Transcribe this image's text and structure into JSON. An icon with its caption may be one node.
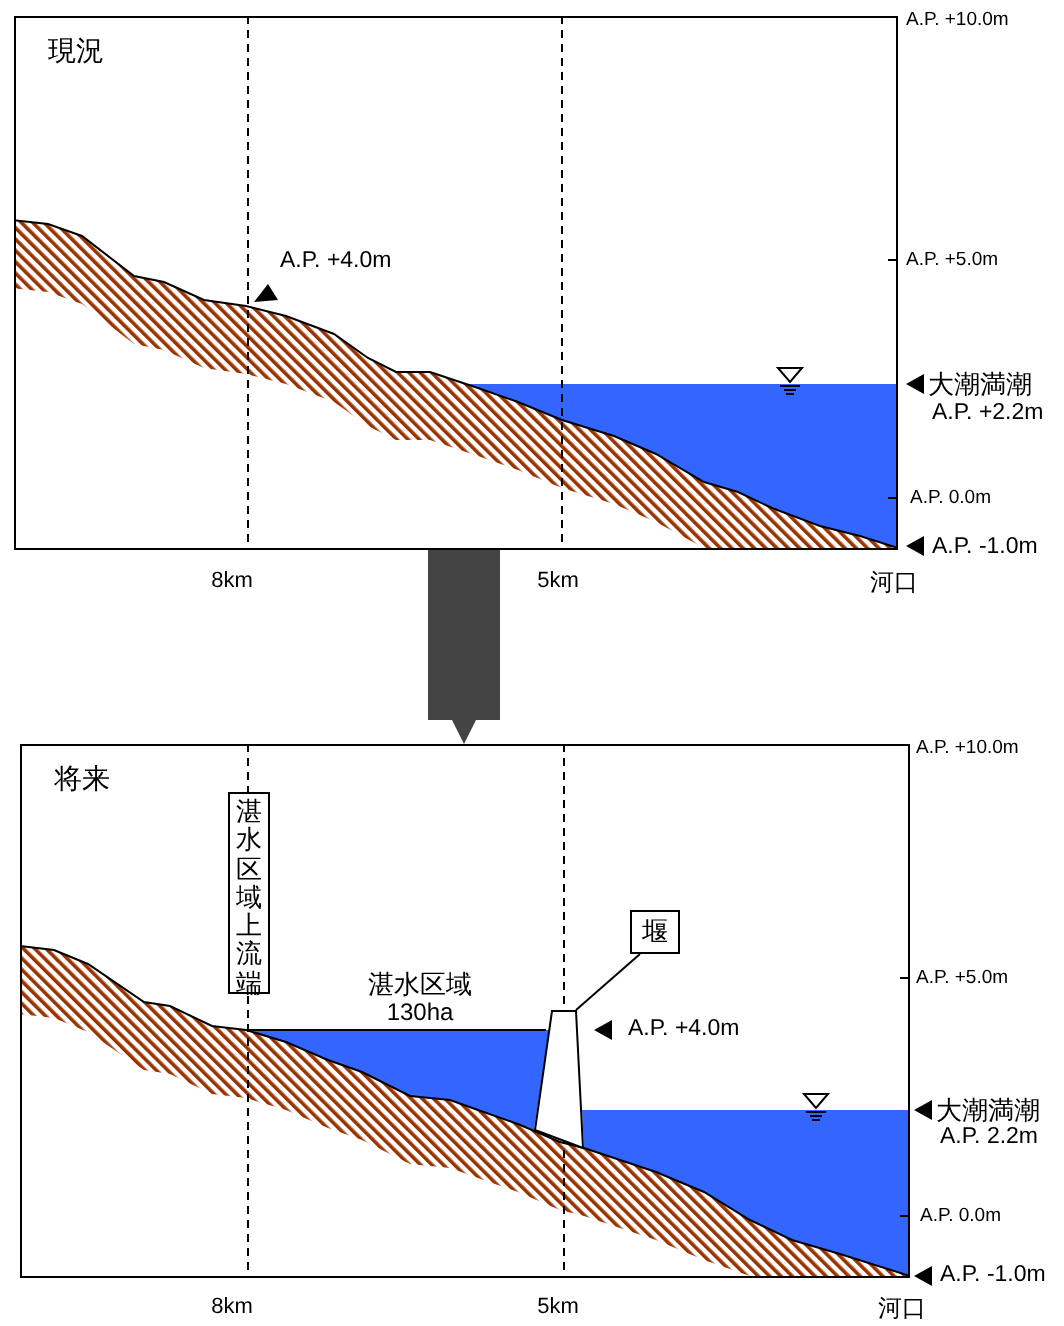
{
  "diagram": {
    "nodes": [
      {
        "text": [
          "現況"
        ]
      },
      {
        "text": [
          "将来"
        ]
      },
      {
        "text": [
          "湛水区域上流端"
        ],
        "in": 1
      },
      {
        "text": [
          "堰"
        ],
        "in": 1
      },
      {
        "text": [],
        "shape": "box",
        "in": 1
      }
    ],
    "edges": [
      {
        "from": 0,
        "to": 1,
        "arrow": "to",
        "style": "thick",
        "color": "#444444"
      },
      {
        "from": 3,
        "to": 4,
        "arrow": "none"
      }
    ],
    "labels": [
      "A.P. +10.0m",
      "A.P. +4.0m",
      "A.P. +5.0m",
      "大潮満潮",
      "A.P. +2.2m",
      "A.P. 0.0m",
      "A.P. -1.0m",
      "8km",
      "5km",
      "河口",
      "A.P. +10.0m",
      "湛水区域",
      "130ha",
      "A.P. +5.0m",
      "A.P. +4.0m",
      "大潮満潮",
      "A.P. 2.2m",
      "A.P. 0.0m",
      "A.P. -1.0m",
      "8km",
      "5km",
      "河口"
    ]
  }
}
